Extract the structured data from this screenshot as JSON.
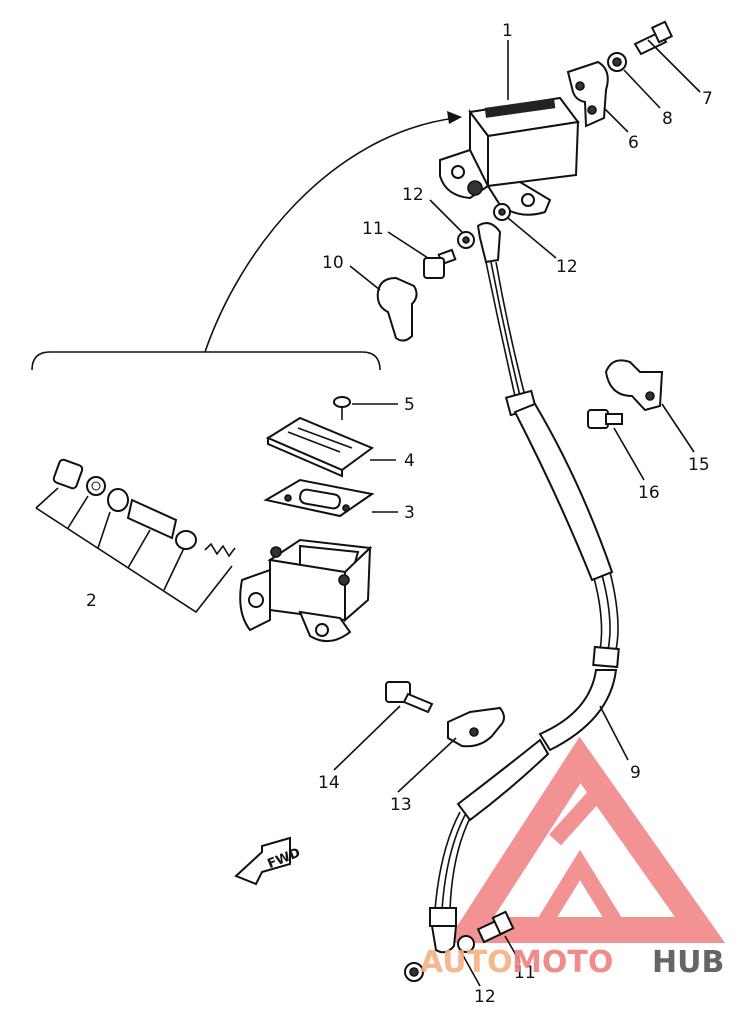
{
  "labels": {
    "p1": "1",
    "p2": "2",
    "p3": "3",
    "p4": "4",
    "p5": "5",
    "p6": "6",
    "p7": "7",
    "p8": "8",
    "p9": "9",
    "p10": "10",
    "p11a": "11",
    "p11b": "11",
    "p12a": "12",
    "p12b": "12",
    "p12c": "12",
    "p13": "13",
    "p14": "14",
    "p15": "15",
    "p16": "16"
  },
  "fwd_sign": "FWD",
  "watermark": {
    "part1": "AUTO",
    "part2": "MOTO",
    "part3": "HUB",
    "colors": {
      "red": "#f08080",
      "orange": "#f5b183",
      "gray": "#555555"
    }
  }
}
